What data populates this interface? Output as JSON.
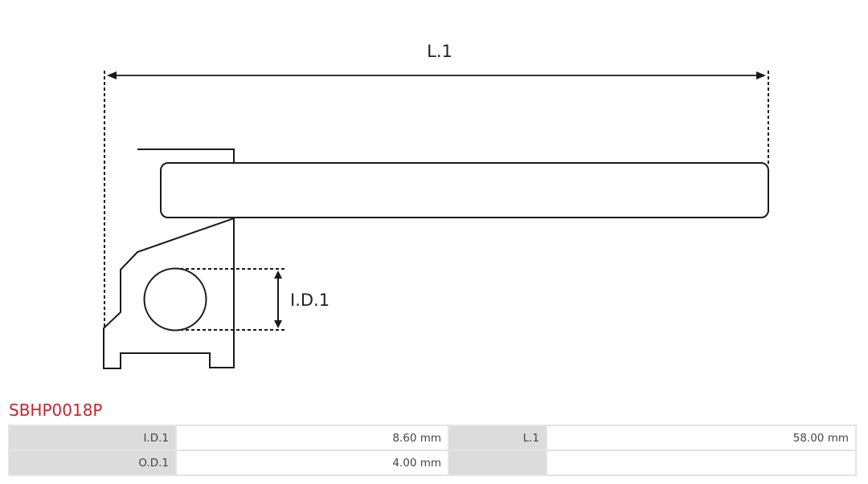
{
  "drawing": {
    "dimension_labels": {
      "length": "L.1",
      "inner_diameter": "I.D.1"
    },
    "line_color": "#1a1a1a"
  },
  "product": {
    "code": "SBHP0018P",
    "code_color": "#c0272d"
  },
  "specs": {
    "rows": [
      [
        {
          "label": "I.D.1",
          "value": "8.60 mm"
        },
        {
          "label": "L.1",
          "value": "58.00 mm"
        }
      ],
      [
        {
          "label": "O.D.1",
          "value": "4.00 mm"
        },
        {
          "label": "",
          "value": ""
        }
      ]
    ]
  }
}
